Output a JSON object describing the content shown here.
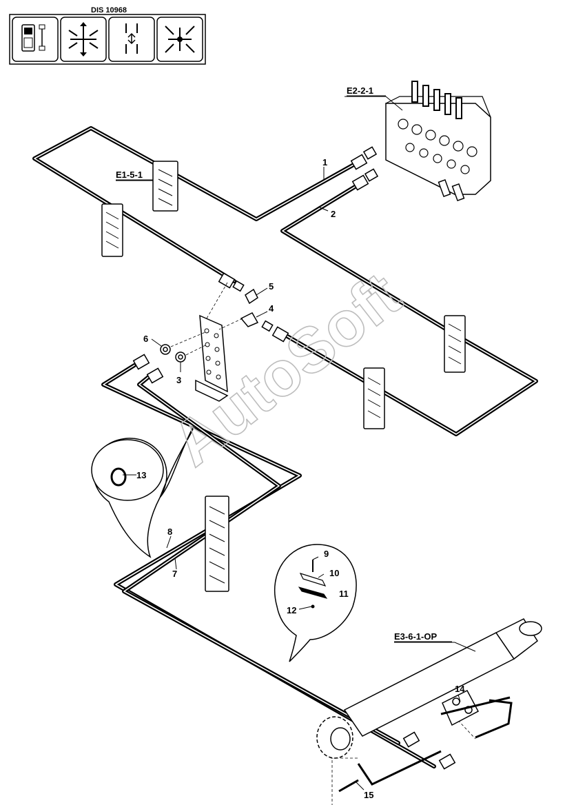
{
  "header": {
    "code": "DIS 10968",
    "icons": [
      "control-panel-icon",
      "boom-movement-icon",
      "stabilizer-icon",
      "excavator-arm-icon"
    ]
  },
  "refs": {
    "valve_block": "E2-2-1",
    "bracket": "E1-5-1",
    "cylinder": "E3-6-1-OP"
  },
  "callouts": [
    "1",
    "2",
    "3",
    "4",
    "5",
    "6",
    "7",
    "8",
    "9",
    "10",
    "11",
    "12",
    "13",
    "14",
    "15"
  ],
  "watermark": "AutoSoft"
}
